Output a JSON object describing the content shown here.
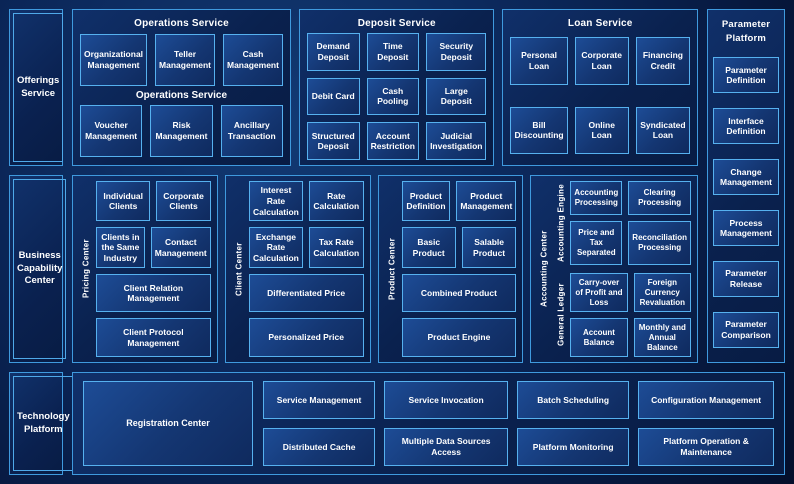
{
  "offerings": {
    "label": "Offerings Service"
  },
  "business_capability": {
    "label": "Business Capability Center"
  },
  "technology_platform": {
    "label": "Technology Platform"
  },
  "top_panels": [
    {
      "title": "Operations Service",
      "mid_label": "Operations Service",
      "rows": [
        [
          "Organizational Management",
          "Teller Management",
          "Cash Management"
        ],
        [
          "Voucher Management",
          "Risk Management",
          "Ancillary Transaction"
        ]
      ]
    },
    {
      "title": "Deposit Service",
      "rows": [
        [
          "Demand Deposit",
          "Time Deposit",
          "Security Deposit"
        ],
        [
          "Debit Card",
          "Cash Pooling",
          "Large Deposit"
        ],
        [
          "Structured Deposit",
          "Account Restriction",
          "Judicial Investigation"
        ]
      ]
    },
    {
      "title": "Loan Service",
      "rows": [
        [
          "Personal Loan",
          "Corporate Loan",
          "Financing Credit"
        ],
        [
          "Bill Discounting",
          "Online Loan",
          "Syndicated Loan"
        ]
      ]
    }
  ],
  "parameter_platform": {
    "title": "Parameter Platform",
    "items": [
      "Parameter Definition",
      "Interface Definition",
      "Change Management",
      "Process Management",
      "Parameter Release",
      "Parameter Comparison"
    ]
  },
  "middle_panels": [
    {
      "side_label": "Pricing Center",
      "pairs": [
        [
          "Individual Clients",
          "Corporate Clients"
        ],
        [
          "Clients in the Same Industry",
          "Contact Management"
        ]
      ],
      "wide": [
        "Client Relation Management",
        "Client Protocol Management"
      ]
    },
    {
      "side_label": "Client Center",
      "pairs": [
        [
          "Interest Rate Calculation",
          "Rate Calculation"
        ],
        [
          "Exchange Rate Calculation",
          "Tax Rate Calculation"
        ]
      ],
      "wide": [
        "Differentiated Price",
        "Personalized Price"
      ]
    },
    {
      "side_label": "Product Center",
      "pairs": [
        [
          "Product Definition",
          "Product Management"
        ],
        [
          "Basic Product",
          "Salable Product"
        ]
      ],
      "wide": [
        "Combined Product",
        "Product Engine"
      ]
    }
  ],
  "accounting_panel": {
    "side_label": "Accounting Center",
    "groups": [
      {
        "label": "Accounting Engine",
        "boxes": [
          "Accounting Processing",
          "Clearing Processing",
          "Price and Tax Separated",
          "Reconciliation Processing"
        ]
      },
      {
        "label": "General  Ledger",
        "boxes": [
          "Carry-over of Profit and Loss",
          "Foreign Currency Revaluation",
          "Account Balance",
          "Monthly and Annual Balance"
        ]
      }
    ]
  },
  "bottom_panel": {
    "registration": "Registration Center",
    "columns": [
      [
        "Service Management",
        "Distributed Cache"
      ],
      [
        "Service Invocation",
        "Multiple Data Sources Access"
      ],
      [
        "Batch Scheduling",
        "Platform Monitoring"
      ],
      [
        "Configuration Management",
        "Platform Operation & Maintenance"
      ]
    ]
  },
  "colors": {
    "background": "#0a2455",
    "panel_border": "#3f9ade",
    "box_border": "#56b1ef",
    "box_fill": "#1d4c96",
    "text": "#ffffff"
  }
}
